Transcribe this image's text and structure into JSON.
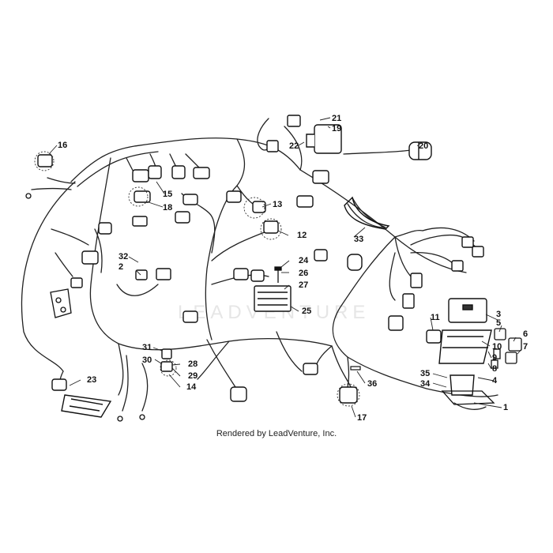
{
  "watermark": "LEADVENTURE",
  "caption": "Rendered by LeadVenture, Inc.",
  "callouts": [
    "1",
    "2",
    "3",
    "4",
    "5",
    "6",
    "7",
    "8",
    "9",
    "10",
    "11",
    "12",
    "13",
    "14",
    "15",
    "16",
    "17",
    "18",
    "19",
    "20",
    "21",
    "22",
    "23",
    "24",
    "25",
    "26",
    "27",
    "28",
    "29",
    "30",
    "31",
    "32",
    "33",
    "34",
    "35",
    "36"
  ]
}
